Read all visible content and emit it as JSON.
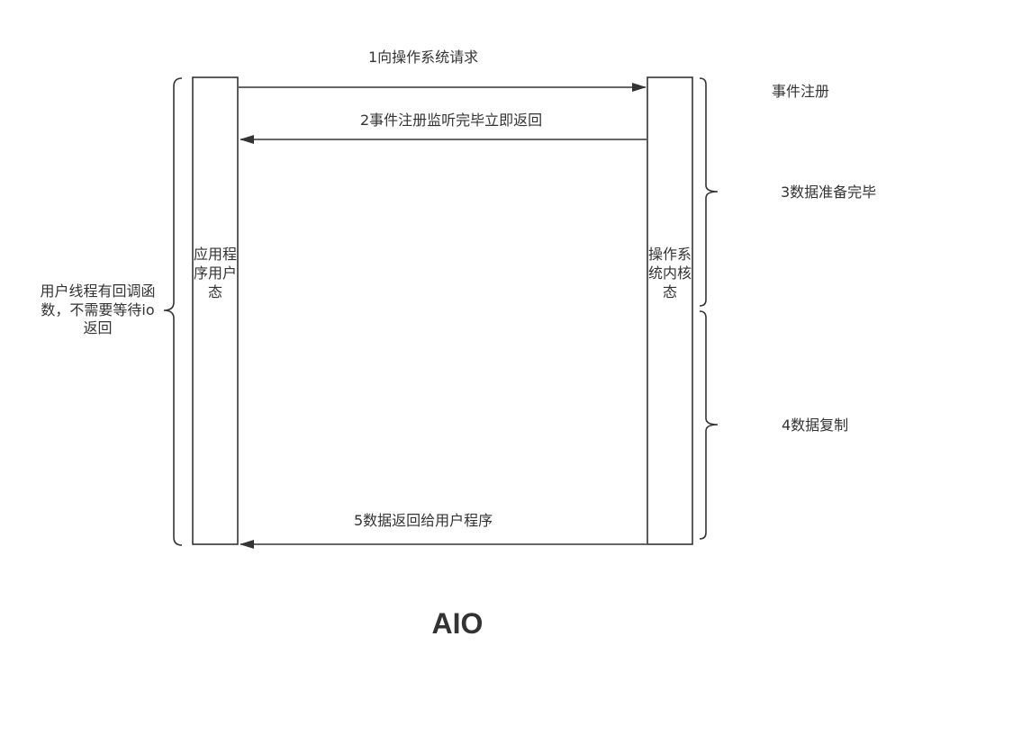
{
  "diagram": {
    "title": "AIO",
    "stroke_color": "#333333",
    "text_color": "#333333",
    "background": "#ffffff",
    "left_box": {
      "label": "应用程序用户态"
    },
    "right_box": {
      "label": "操作系统内核态"
    },
    "arrows": [
      {
        "label": "1向操作系统请求",
        "direction": "left-to-right"
      },
      {
        "label": "2事件注册监听完毕立即返回",
        "direction": "right-to-left"
      },
      {
        "label": "5数据返回给用户程序",
        "direction": "right-to-left"
      }
    ],
    "left_note": "用户线程有回调函数，不需要等待io返回",
    "right_phases": [
      {
        "label": "事件注册"
      },
      {
        "label": "3数据准备完毕"
      },
      {
        "label": "4数据复制"
      }
    ]
  }
}
